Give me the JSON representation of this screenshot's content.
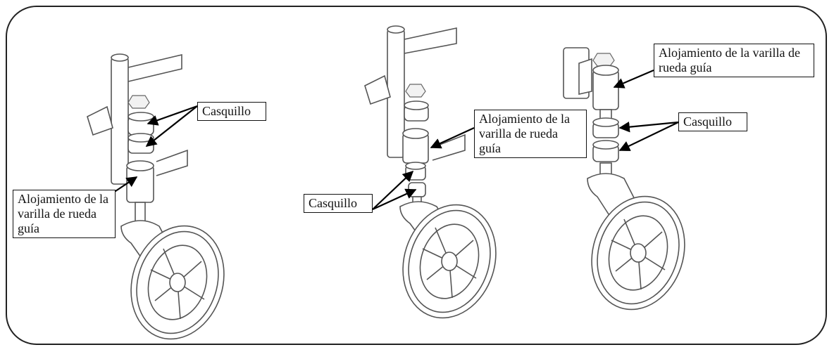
{
  "labels": {
    "bushing": "Casquillo",
    "housing_1": "Alojamiento de la varilla de rueda guía",
    "housing_2": "Alojamiento de la varilla de rueda guía",
    "housing_3": "Alojamiento de la varilla de rueda guía",
    "bushing_2": "Casquillo",
    "bushing_3": "Casquillo"
  }
}
